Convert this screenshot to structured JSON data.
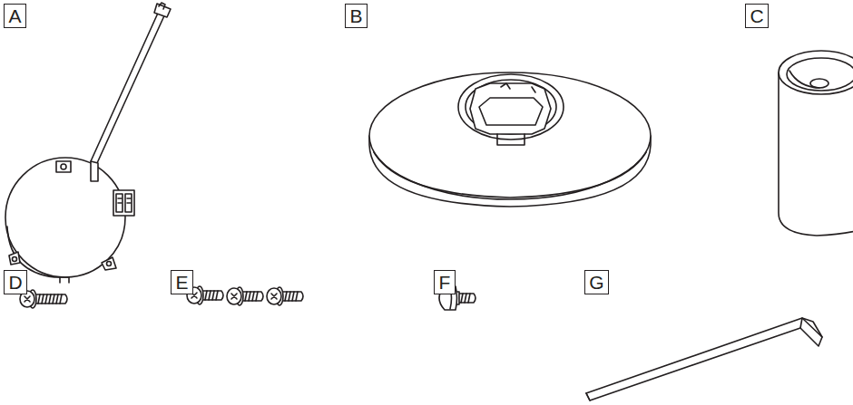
{
  "diagram": {
    "nodes": [
      {
        "text": [
          "A"
        ]
      },
      {
        "text": [
          "B"
        ]
      },
      {
        "text": [
          "C"
        ]
      },
      {
        "text": [
          "D"
        ]
      },
      {
        "text": [
          "E"
        ]
      },
      {
        "text": [
          "F"
        ]
      },
      {
        "text": [
          "G"
        ]
      }
    ]
  }
}
